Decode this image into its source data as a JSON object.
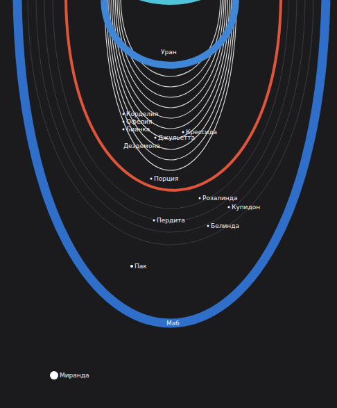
{
  "diagram": {
    "labels": [
      "Уран",
      "Корделия",
      "Офелия",
      "Бианка",
      "Крессида",
      "Джульетта",
      "Дездемона",
      "Порция",
      "Розалинда",
      "Купидон",
      "Белинда",
      "Пердита",
      "Пак",
      "Маб",
      "Миранда"
    ]
  }
}
